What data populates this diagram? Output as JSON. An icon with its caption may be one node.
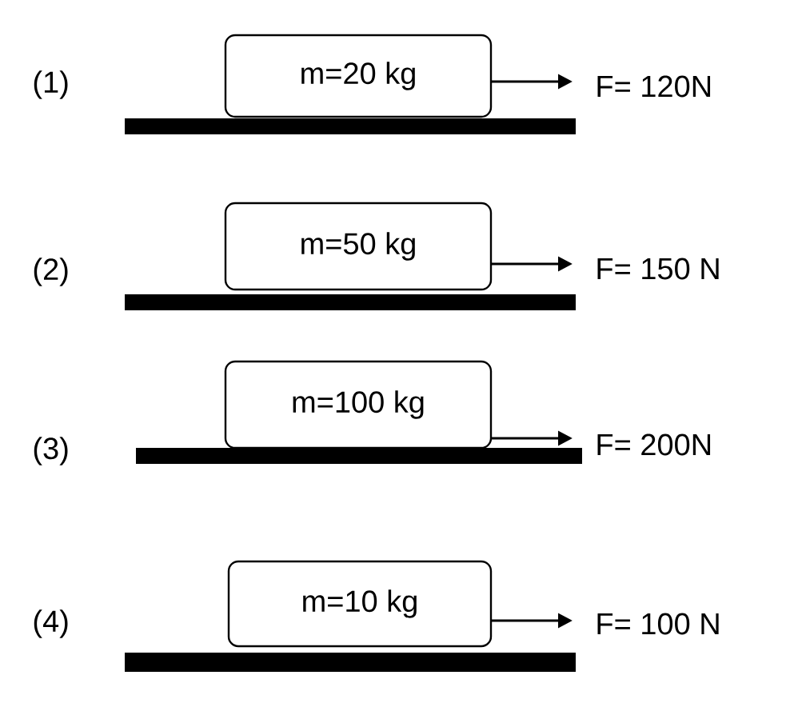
{
  "diagram": {
    "nodes": [
      {
        "text": [
          "m=20 kg"
        ]
      },
      {
        "text": [
          "m=50 kg"
        ]
      },
      {
        "text": [
          "m=100 kg"
        ]
      },
      {
        "text": [
          "m=10 kg"
        ]
      }
    ],
    "labels": [
      "(1)",
      "F= 120N",
      "(2)",
      "F= 150 N",
      "(3)",
      "F= 200N",
      "(4)",
      "F= 100 N"
    ]
  }
}
